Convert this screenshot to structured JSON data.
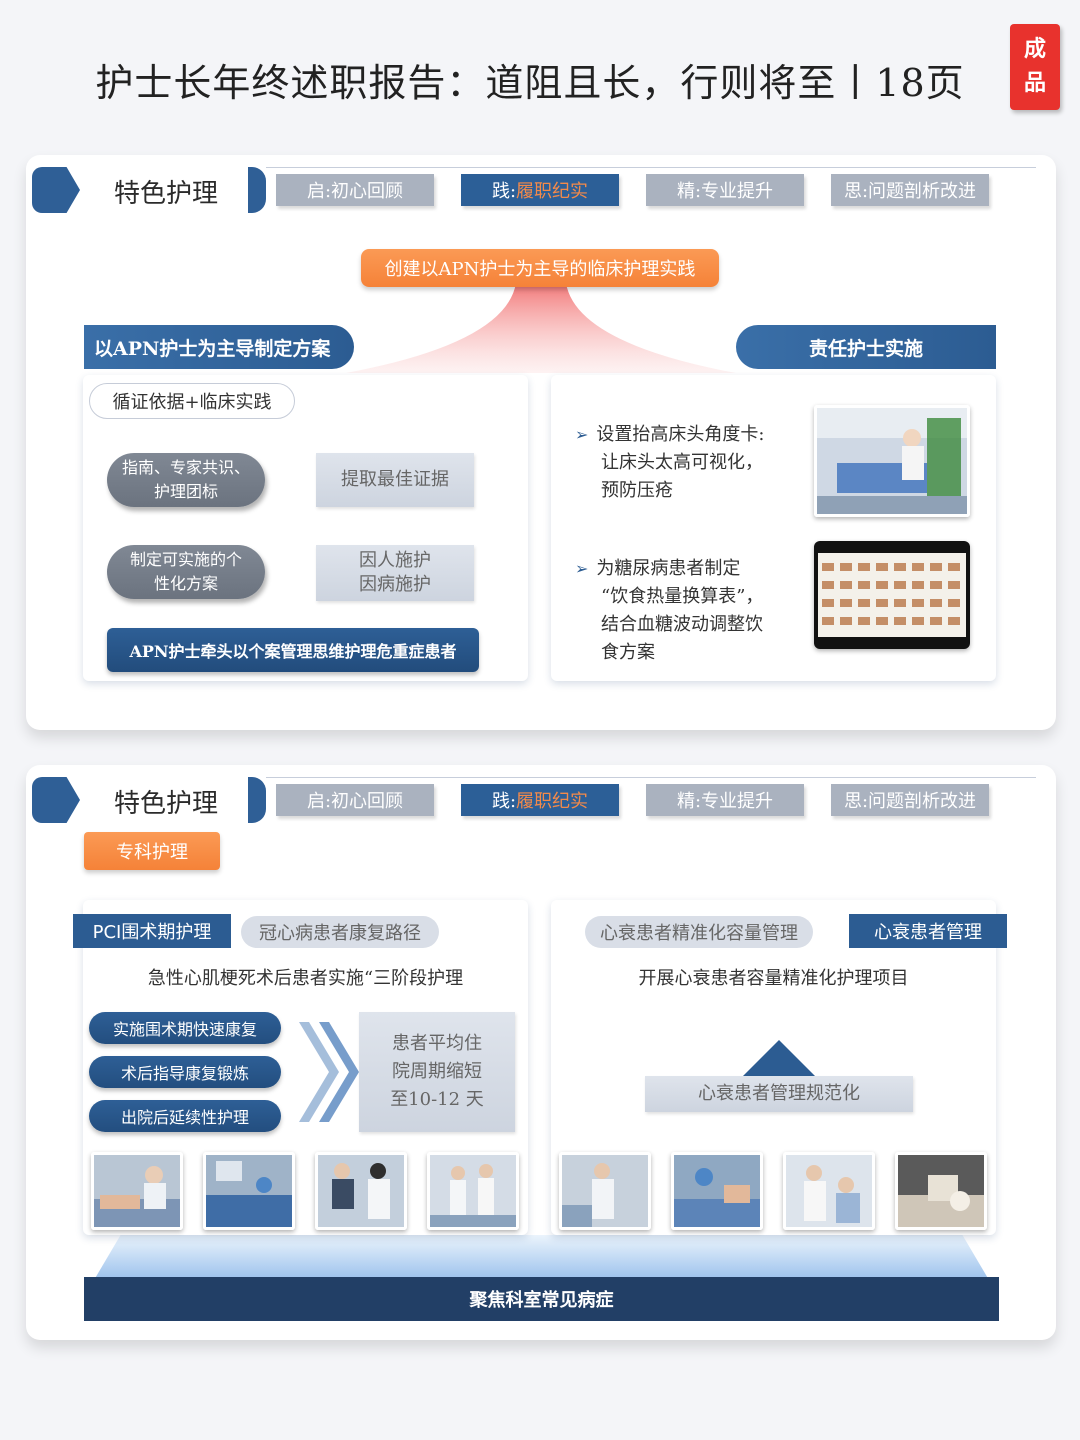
{
  "page_title": "护士长年终述职报告：道阻且长，行则将至丨18页",
  "badge": {
    "line1": "成",
    "line2": "品"
  },
  "nav_tabs": [
    {
      "label": "启:初心回顾"
    },
    {
      "prefix": "践:",
      "highlight": "履职纪实"
    },
    {
      "label": "精:专业提升"
    },
    {
      "label": "思:问题剖析改进"
    }
  ],
  "slide1": {
    "title": "特色护理",
    "top_pill": "创建以APN护士为主导的临床护理实践",
    "left_banner": "以APN护士为主导制定方案",
    "right_banner": "责任护士实施",
    "evidence_pill": "循证依据+临床实践",
    "oval1": {
      "line1": "指南、专家共识、",
      "line2": "护理团标"
    },
    "box1": "提取最佳证据",
    "oval2": {
      "line1": "制定可实施的个",
      "line2": "性化方案"
    },
    "box2": {
      "line1": "因人施护",
      "line2": "因病施护"
    },
    "apn_button": "APN护士牵头以个案管理思维护理危重症患者",
    "bullet1": {
      "line1": "设置抬高床头角度卡:",
      "line2": "让床头太高可视化，",
      "line3": "预防压疮"
    },
    "bullet2": {
      "line1": "为糖尿病患者制定",
      "line2": "“饮食热量换算表”，",
      "line3": "结合血糖波动调整饮",
      "line4": "食方案"
    }
  },
  "slide2": {
    "title": "特色护理",
    "subtitle_pill": "专科护理",
    "left_tag": "PCI围术期护理",
    "left_tag2": "冠心病患者康复路径",
    "left_desc": "急性心肌梗死术后患者实施“三阶段护理",
    "steps": [
      "实施围术期快速康复",
      "术后指导康复锻炼",
      "出院后延续性护理"
    ],
    "result_box": {
      "line1": "患者平均住",
      "line2": "院周期缩短",
      "line3": "至10-12 天"
    },
    "right_tag2": "心衰患者精准化容量管理",
    "right_tag": "心衰患者管理",
    "right_desc": "开展心衰患者容量精准化护理项目",
    "standard_box": "心衰患者管理规范化",
    "bottom_bar": "聚焦科室常见病症"
  },
  "colors": {
    "primary": "#2c5c92",
    "accent": "#f58238",
    "badge": "#e8322d"
  }
}
